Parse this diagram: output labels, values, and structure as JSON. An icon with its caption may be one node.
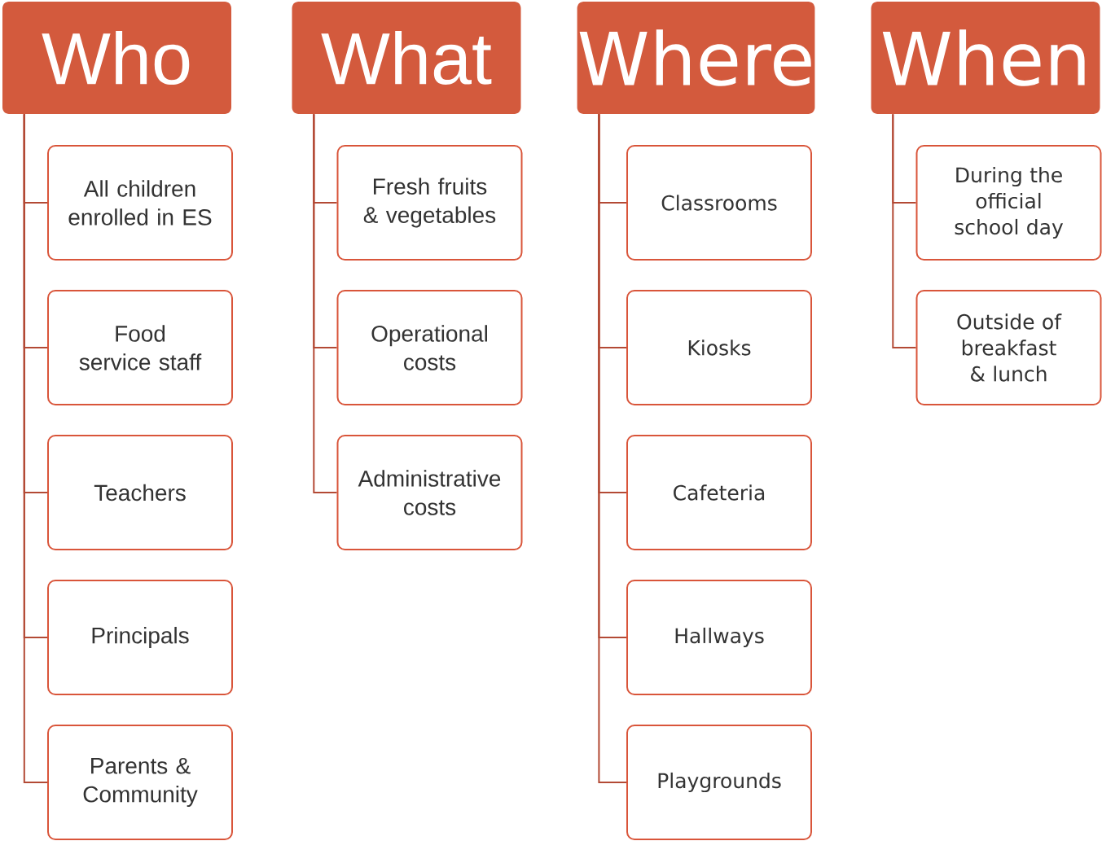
{
  "diagram": {
    "nodes": [
      {
        "text": [
          "Who"
        ]
      },
      {
        "text": [
          "All children enrolled in ES"
        ]
      },
      {
        "text": [
          "Food service staff"
        ]
      },
      {
        "text": [
          "Teachers"
        ]
      },
      {
        "text": [
          "Principals"
        ]
      },
      {
        "text": [
          "Parents & Community"
        ]
      },
      {
        "text": [
          "What"
        ]
      },
      {
        "text": [
          "Fresh fruits & vegetables"
        ]
      },
      {
        "text": [
          "Operational costs"
        ]
      },
      {
        "text": [
          "Administrative costs"
        ]
      },
      {
        "text": [
          "Where"
        ]
      },
      {
        "text": [
          "Classrooms"
        ]
      },
      {
        "text": [
          "Kiosks"
        ]
      },
      {
        "text": [
          "Cafeteria"
        ]
      },
      {
        "text": [
          "Hallways"
        ]
      },
      {
        "text": [
          "Playgrounds"
        ]
      },
      {
        "text": [
          "When"
        ]
      },
      {
        "text": [
          "During the official school day"
        ]
      },
      {
        "text": [
          "Outside of breakfast & lunch"
        ]
      }
    ],
    "edges": [
      {
        "from": 0,
        "to": 1,
        "arrow": "none"
      },
      {
        "from": 0,
        "to": 2,
        "arrow": "none"
      },
      {
        "from": 0,
        "to": 3,
        "arrow": "none"
      },
      {
        "from": 0,
        "to": 4,
        "arrow": "none"
      },
      {
        "from": 0,
        "to": 5,
        "arrow": "none"
      },
      {
        "from": 6,
        "to": 7,
        "arrow": "none"
      },
      {
        "from": 6,
        "to": 8,
        "arrow": "none"
      },
      {
        "from": 6,
        "to": 9,
        "arrow": "none"
      },
      {
        "from": 10,
        "to": 11,
        "arrow": "none"
      },
      {
        "from": 10,
        "to": 12,
        "arrow": "none"
      },
      {
        "from": 10,
        "to": 13,
        "arrow": "none"
      },
      {
        "from": 10,
        "to": 14,
        "arrow": "none"
      },
      {
        "from": 10,
        "to": 15,
        "arrow": "none"
      },
      {
        "from": 16,
        "to": 17,
        "arrow": "none"
      },
      {
        "from": 16,
        "to": 18,
        "arrow": "none"
      }
    ]
  }
}
